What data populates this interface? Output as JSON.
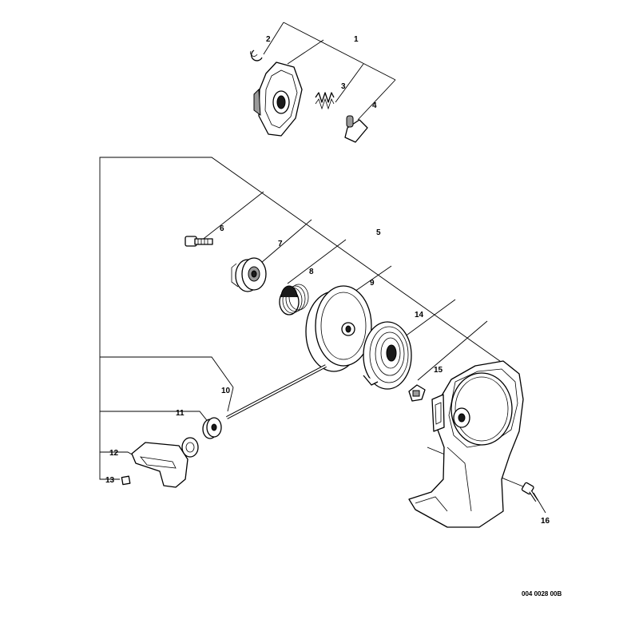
{
  "callouts": [
    {
      "id": "c1",
      "text": "1"
    },
    {
      "id": "c2",
      "text": "2"
    },
    {
      "id": "c3",
      "text": "3"
    },
    {
      "id": "c4",
      "text": "4"
    },
    {
      "id": "c5",
      "text": "5"
    },
    {
      "id": "c6",
      "text": "6"
    },
    {
      "id": "c7",
      "text": "7"
    },
    {
      "id": "c8",
      "text": "8"
    },
    {
      "id": "c9",
      "text": "9"
    },
    {
      "id": "c10",
      "text": "10"
    },
    {
      "id": "c11",
      "text": "11"
    },
    {
      "id": "c12",
      "text": "12"
    },
    {
      "id": "c13",
      "text": "13"
    },
    {
      "id": "c14",
      "text": "14"
    },
    {
      "id": "c15",
      "text": "15"
    },
    {
      "id": "c16",
      "text": "16"
    }
  ],
  "drawing_code": "004 0028 00B"
}
